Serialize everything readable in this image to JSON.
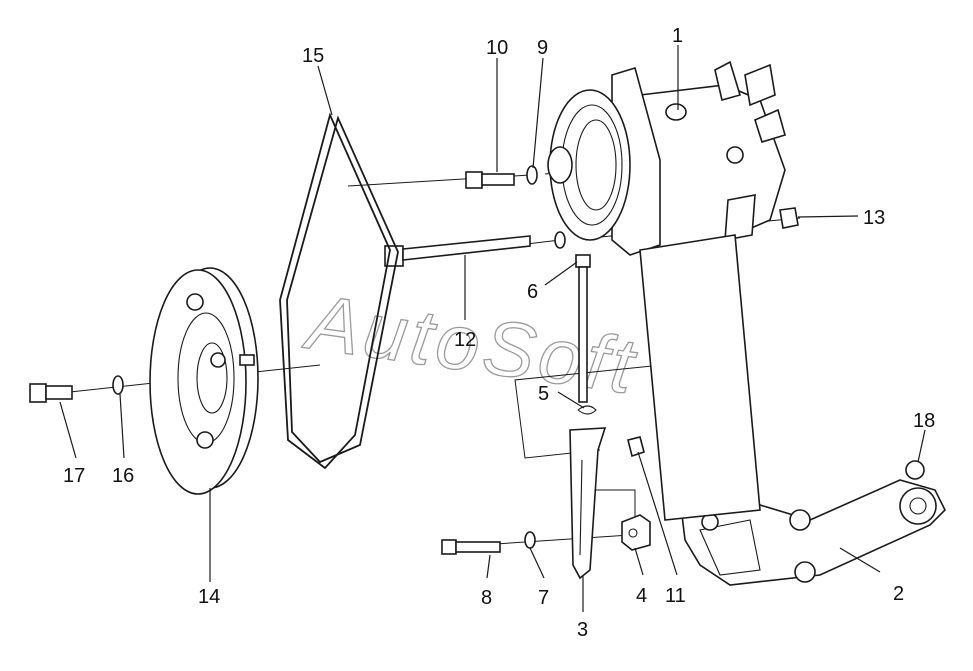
{
  "watermark": "AutoSoft",
  "callouts": {
    "c1": "1",
    "c2": "2",
    "c3": "3",
    "c4": "4",
    "c5": "5",
    "c6": "6",
    "c7": "7",
    "c8": "8",
    "c9": "9",
    "c10": "10",
    "c11": "11",
    "c12": "12",
    "c13": "13",
    "c14": "14",
    "c15": "15",
    "c16": "16",
    "c17": "17",
    "c18": "18"
  }
}
